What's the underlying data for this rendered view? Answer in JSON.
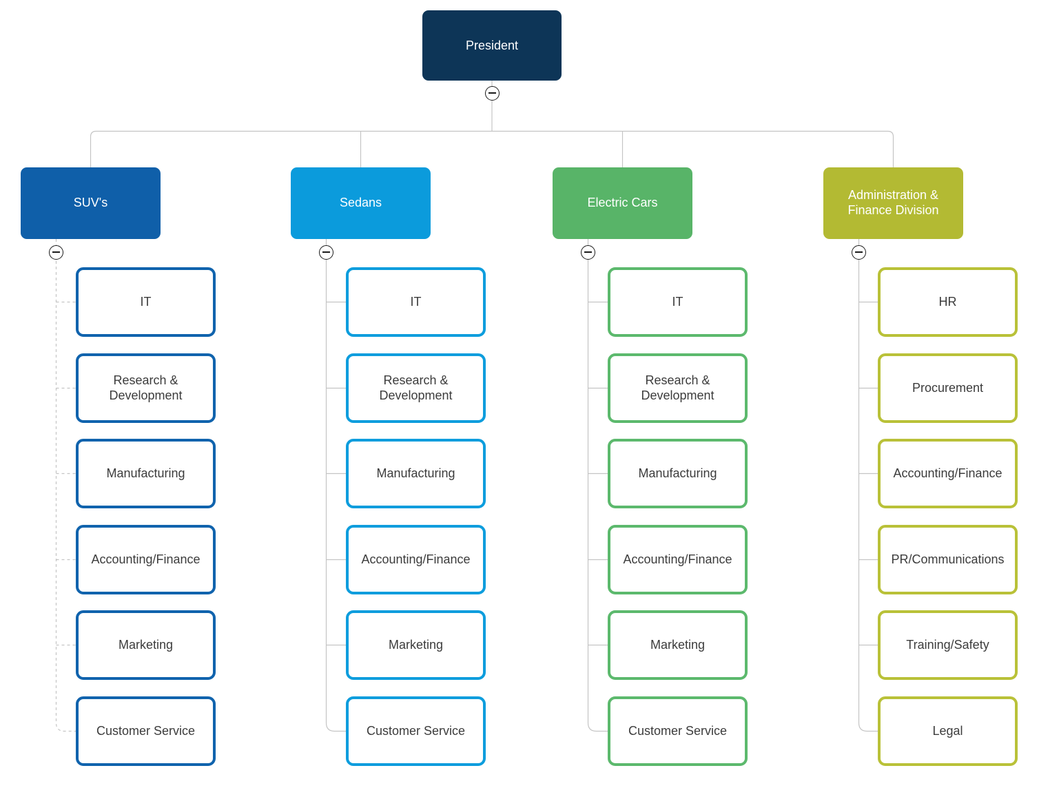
{
  "colors": {
    "president-fill": "#0d3557",
    "suv-fill": "#0f5fa9",
    "suv-border": "#1063ad",
    "sedans-fill": "#0b9bdc",
    "sedans-border": "#0d9ddd",
    "electric-fill": "#58b468",
    "electric-border": "#5cb96d",
    "admin-fill": "#b3ba33",
    "admin-border": "#b9c138",
    "connector": "#c4c4c4",
    "node-text": "#3c3c3c"
  },
  "icons": {
    "collapse": "minus-circle-icon"
  },
  "chart": {
    "root": {
      "label": "President"
    },
    "divisions": [
      {
        "label": "SUV's",
        "connector_style": "dashed",
        "children": [
          "IT",
          "Research & Development",
          "Manufacturing",
          "Accounting/Finance",
          "Marketing",
          "Customer Service"
        ]
      },
      {
        "label": "Sedans",
        "connector_style": "solid",
        "children": [
          "IT",
          "Research & Development",
          "Manufacturing",
          "Accounting/Finance",
          "Marketing",
          "Customer Service"
        ]
      },
      {
        "label": "Electric Cars",
        "connector_style": "solid",
        "children": [
          "IT",
          "Research & Development",
          "Manufacturing",
          "Accounting/Finance",
          "Marketing",
          "Customer Service"
        ]
      },
      {
        "label": "Administration & Finance Division",
        "connector_style": "solid",
        "children": [
          "HR",
          "Procurement",
          "Accounting/Finance",
          "PR/Communications",
          "Training/Safety",
          "Legal"
        ]
      }
    ]
  }
}
